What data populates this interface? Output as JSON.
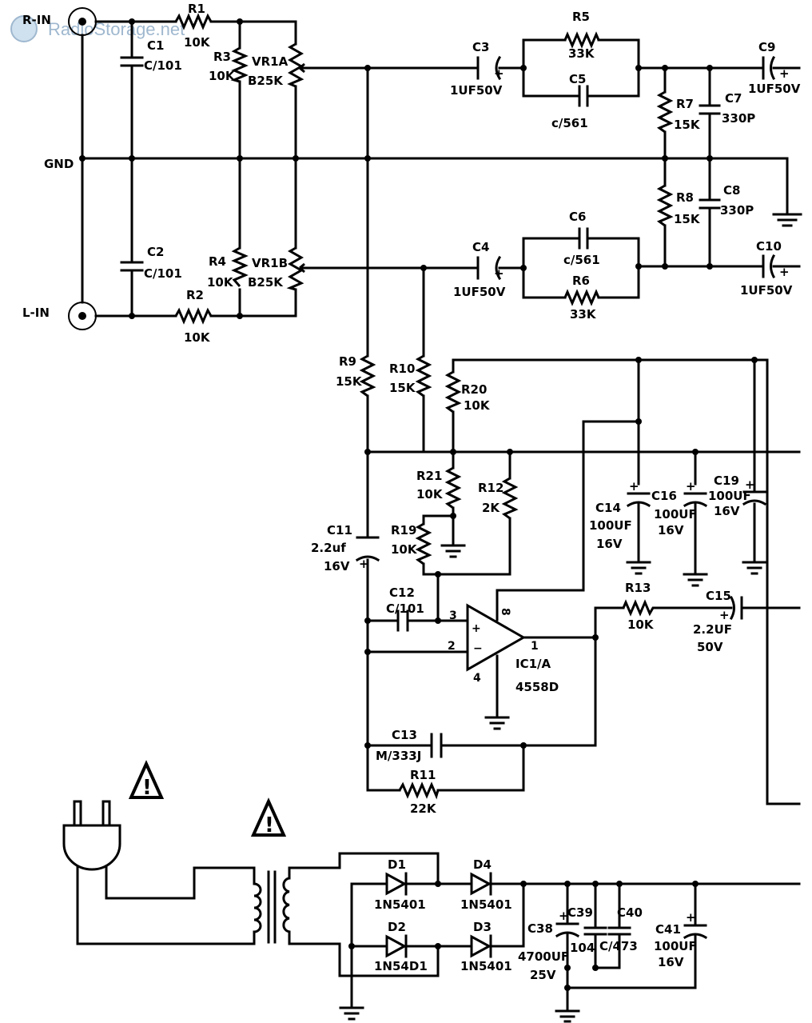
{
  "watermark": "RadioStorage.net",
  "nets": {
    "r_in": "R-IN",
    "l_in": "L-IN",
    "gnd": "GND"
  },
  "components": {
    "R1": {
      "ref": "R1",
      "value": "10K"
    },
    "R2": {
      "ref": "R2",
      "value": "10K"
    },
    "R3": {
      "ref": "R3",
      "value": "10K"
    },
    "R4": {
      "ref": "R4",
      "value": "10K"
    },
    "VR1A": {
      "ref": "VR1A",
      "value": "B25K"
    },
    "VR1B": {
      "ref": "VR1B",
      "value": "B25K"
    },
    "C1": {
      "ref": "C1",
      "value": "C/101"
    },
    "C2": {
      "ref": "C2",
      "value": "C/101"
    },
    "C3": {
      "ref": "C3",
      "value": "1UF50V"
    },
    "C4": {
      "ref": "C4",
      "value": "1UF50V"
    },
    "R5": {
      "ref": "R5",
      "value": "33K"
    },
    "R6": {
      "ref": "R6",
      "value": "33K"
    },
    "C5": {
      "ref": "C5",
      "value": "c/561"
    },
    "C6": {
      "ref": "C6",
      "value": "c/561"
    },
    "R7": {
      "ref": "R7",
      "value": "15K"
    },
    "R8": {
      "ref": "R8",
      "value": "15K"
    },
    "C7": {
      "ref": "C7",
      "value": "330P"
    },
    "C8": {
      "ref": "C8",
      "value": "330P"
    },
    "C9": {
      "ref": "C9",
      "value": "1UF50V"
    },
    "C10": {
      "ref": "C10",
      "value": "1UF50V"
    },
    "R9": {
      "ref": "R9",
      "value": "15K"
    },
    "R10": {
      "ref": "R10",
      "value": "15K"
    },
    "R20": {
      "ref": "R20",
      "value": "10K"
    },
    "R21": {
      "ref": "R21",
      "value": "10K"
    },
    "R12": {
      "ref": "R12",
      "value": "2K"
    },
    "R19": {
      "ref": "R19",
      "value": "10K"
    },
    "C11": {
      "ref": "C11",
      "value": "2.2uf",
      "voltage": "16V"
    },
    "C12": {
      "ref": "C12",
      "value": "C/101"
    },
    "C13": {
      "ref": "C13",
      "value": "M/333J"
    },
    "R11": {
      "ref": "R11",
      "value": "22K"
    },
    "R13": {
      "ref": "R13",
      "value": "10K"
    },
    "C15": {
      "ref": "C15",
      "value": "2.2UF",
      "voltage": "50V"
    },
    "C14": {
      "ref": "C14",
      "value": "100UF",
      "voltage": "16V"
    },
    "C16": {
      "ref": "C16",
      "value": "100UF",
      "voltage": "16V"
    },
    "C19": {
      "ref": "C19",
      "value": "100UF",
      "voltage": "16V"
    },
    "IC1": {
      "ref": "IC1/A",
      "value": "4558D",
      "pin_plus": "3",
      "pin_minus": "2",
      "pin_out": "1",
      "pin_vcc": "8",
      "pin_gnd": "4",
      "sym_plus": "+",
      "sym_minus": "−"
    },
    "D1": {
      "ref": "D1",
      "value": "1N5401"
    },
    "D2": {
      "ref": "D2",
      "value": "1N54D1"
    },
    "D3": {
      "ref": "D3",
      "value": "1N5401"
    },
    "D4": {
      "ref": "D4",
      "value": "1N5401"
    },
    "C38": {
      "ref": "C38",
      "value": "4700UF",
      "voltage": "25V"
    },
    "C39": {
      "ref": "C39",
      "value": "104"
    },
    "C40": {
      "ref": "C40",
      "value": "C/473"
    },
    "C41": {
      "ref": "C41",
      "value": "100UF",
      "voltage": "16V"
    }
  },
  "polarity_mark": "+",
  "warning_symbol": "!"
}
